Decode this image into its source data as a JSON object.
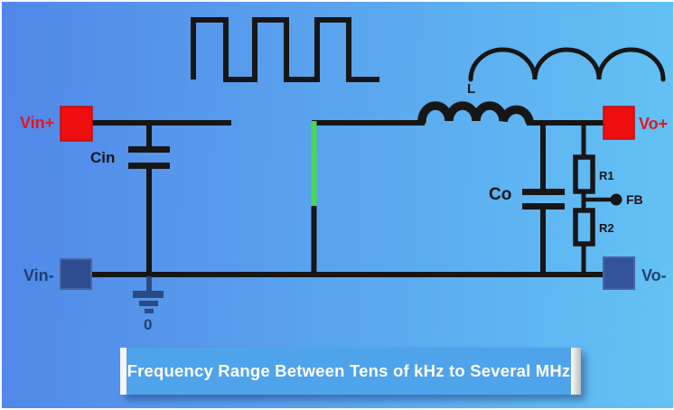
{
  "labels": {
    "vin_plus": "Vin+",
    "vin_minus": "Vin-",
    "vo_plus": "Vo+",
    "vo_minus": "Vo-",
    "cin": "Cin",
    "co": "Co",
    "inductor": "L",
    "r1": "R1",
    "r2": "R2",
    "fb": "FB",
    "ground_zero": "0"
  },
  "caption": {
    "text": "Frequency Range Between Tens of kHz to Several MHz"
  },
  "colors": {
    "bg-left": "#5187e8",
    "bg-right": "#63c2f4",
    "wire": "#161616",
    "green-line": "#49d84e",
    "pad-red": "#ee0e0e",
    "text-red": "#e8141c",
    "pad-navy": "#2e4c8f",
    "pad-navy-light": "#33539c",
    "text-navy": "#20416f",
    "ground-navy": "#2b4a80",
    "caption-bg": "#4fa3ea",
    "caption-text": "#ffffff"
  },
  "symbols": {
    "square_wave": "square-wave-icon",
    "coil_arcs": "coil-arcs-icon",
    "inductor": "inductor-coil-icon",
    "capacitor_in": "capacitor-icon",
    "capacitor_out": "capacitor-icon",
    "resistor_r1": "resistor-icon",
    "resistor_r2": "resistor-icon",
    "ground": "ground-icon",
    "fb_node": "node-dot-icon",
    "switch_node": "switch-green-line"
  }
}
